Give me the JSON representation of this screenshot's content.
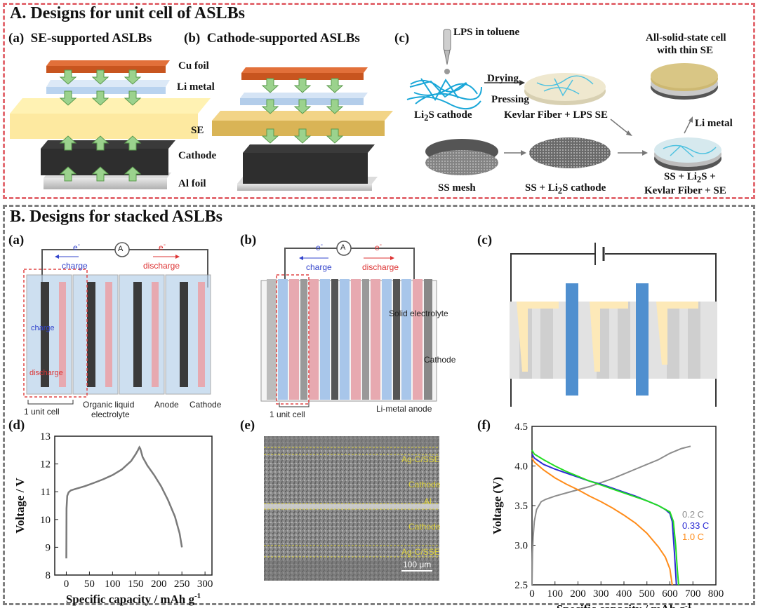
{
  "sectionA": {
    "title": "A. Designs for unit cell of ASLBs",
    "a": {
      "tag": "(a)",
      "title": "SE-supported ASLBs",
      "labels": {
        "cu": "Cu foil",
        "li": "Li metal",
        "se": "SE",
        "cathode": "Cathode",
        "al": "Al foil"
      }
    },
    "b": {
      "tag": "(b)",
      "title": "Cathode-supported ASLBs"
    },
    "c": {
      "tag": "(c)",
      "lps": "LPS in toluene",
      "drying": "Drying",
      "pressing": "Pressing",
      "li2s_cathode_pre": "Li",
      "li2s_cathode_sub": "2",
      "li2s_cathode_post": "S cathode",
      "kevlar": "Kevlar Fiber + LPS SE",
      "allsolid_line1": "All-solid-state cell",
      "allsolid_line2": "with thin SE",
      "li_metal": "Li metal",
      "ss_mesh": "SS mesh",
      "ss_li2s_pre": "SS + Li",
      "ss_li2s_sub": "2",
      "ss_li2s_post": "S cathode",
      "final_line1_pre": "SS + Li",
      "final_line1_sub": "2",
      "final_line1_post": "S +",
      "final_line2": "Kevlar Fiber + SE"
    }
  },
  "sectionB": {
    "title": "B. Designs for stacked ASLBs",
    "a": {
      "tag": "(a)",
      "electron": "e",
      "electron_sup": "-",
      "ammeter": "A",
      "charge": "charge",
      "discharge": "discharge",
      "inner_charge": "charge",
      "inner_discharge": "discharge",
      "unit_cell": "1 unit cell",
      "electrolyte_line1": "Organic liquid",
      "electrolyte_line2": "electrolyte",
      "anode": "Anode",
      "cathode": "Cathode"
    },
    "b": {
      "tag": "(b)",
      "electron": "e",
      "electron_sup": "-",
      "ammeter": "A",
      "charge": "charge",
      "discharge": "discharge",
      "solid_electrolyte": "Solid electrolyte",
      "cathode": "Cathode",
      "anode": "Li-metal anode",
      "unit_cell": "1 unit cell"
    },
    "c": {
      "tag": "(c)"
    },
    "d": {
      "tag": "(d)"
    },
    "e": {
      "tag": "(e)",
      "layers": [
        "Ag-C/SSE",
        "Cathode",
        "Al",
        "Cathode",
        "Ag-C/SSE"
      ],
      "scale": "100 μm"
    },
    "f": {
      "tag": "(f)"
    }
  },
  "chart_data": [
    {
      "type": "line",
      "id": "d",
      "xlabel": "Specific capacity / mAh g",
      "xlabel_sup": "-1",
      "ylabel": "Voltage / V",
      "xlim": [
        -25,
        315
      ],
      "ylim": [
        8,
        13
      ],
      "xticks": [
        0,
        50,
        100,
        150,
        200,
        250,
        300
      ],
      "yticks": [
        8,
        9,
        10,
        11,
        12,
        13
      ],
      "series": [
        {
          "color": "#7a7a7a",
          "x": [
            0,
            0.5,
            2,
            5,
            10,
            20,
            40,
            60,
            80,
            100,
            120,
            140,
            150,
            155,
            158,
            160,
            165,
            175,
            190,
            205,
            220,
            235,
            245,
            250
          ],
          "y": [
            8.6,
            10.4,
            10.85,
            10.98,
            11.05,
            11.1,
            11.2,
            11.32,
            11.45,
            11.6,
            11.8,
            12.1,
            12.35,
            12.5,
            12.6,
            12.55,
            12.25,
            11.95,
            11.6,
            11.2,
            10.7,
            10.1,
            9.5,
            9.0
          ]
        }
      ]
    },
    {
      "type": "line",
      "id": "f",
      "xlabel": "Specific capacity / mAh g",
      "xlabel_sup": "-1",
      "ylabel": "Voltage (V)",
      "xlim": [
        0,
        800
      ],
      "ylim": [
        2.5,
        4.5
      ],
      "xticks": [
        0,
        100,
        200,
        300,
        400,
        500,
        600,
        700,
        800
      ],
      "yticks": [
        2.5,
        3.0,
        3.5,
        4.0,
        4.5
      ],
      "series": [
        {
          "name": "0.2 C",
          "color": "#8c8c8c",
          "x": [
            0,
            2,
            5,
            10,
            20,
            40,
            60,
            100,
            150,
            200,
            250,
            300,
            350,
            400,
            450,
            500,
            550,
            600,
            650,
            690
          ],
          "y": [
            2.5,
            2.9,
            3.1,
            3.3,
            3.45,
            3.55,
            3.58,
            3.62,
            3.66,
            3.7,
            3.74,
            3.79,
            3.84,
            3.9,
            3.96,
            4.02,
            4.08,
            4.16,
            4.22,
            4.25
          ]
        },
        {
          "name": "0.33 C",
          "color": "#2a2ad4",
          "x": [
            0,
            10,
            50,
            100,
            150,
            200,
            250,
            300,
            350,
            400,
            450,
            500,
            550,
            580,
            600,
            610,
            615,
            620,
            625,
            628
          ],
          "y": [
            4.15,
            4.1,
            4.02,
            3.96,
            3.91,
            3.86,
            3.81,
            3.77,
            3.72,
            3.67,
            3.62,
            3.56,
            3.5,
            3.45,
            3.4,
            3.3,
            3.1,
            2.9,
            2.65,
            2.5
          ]
        },
        {
          "name": "1.0 C",
          "color": "#ff8c1a",
          "x": [
            0,
            10,
            50,
            100,
            150,
            200,
            250,
            300,
            350,
            400,
            450,
            500,
            550,
            580,
            600,
            605,
            610
          ],
          "y": [
            4.1,
            4.05,
            3.95,
            3.85,
            3.77,
            3.7,
            3.62,
            3.55,
            3.47,
            3.38,
            3.28,
            3.15,
            2.98,
            2.85,
            2.7,
            2.6,
            2.5
          ]
        },
        {
          "name": "",
          "color": "#22dd22",
          "x": [
            0,
            10,
            50,
            100,
            150,
            200,
            250,
            300,
            350,
            400,
            450,
            500,
            550,
            600,
            615,
            625,
            632,
            638
          ],
          "y": [
            4.2,
            4.15,
            4.08,
            4.0,
            3.93,
            3.87,
            3.81,
            3.76,
            3.71,
            3.66,
            3.61,
            3.56,
            3.5,
            3.42,
            3.3,
            3.0,
            2.7,
            2.5
          ]
        }
      ]
    }
  ]
}
